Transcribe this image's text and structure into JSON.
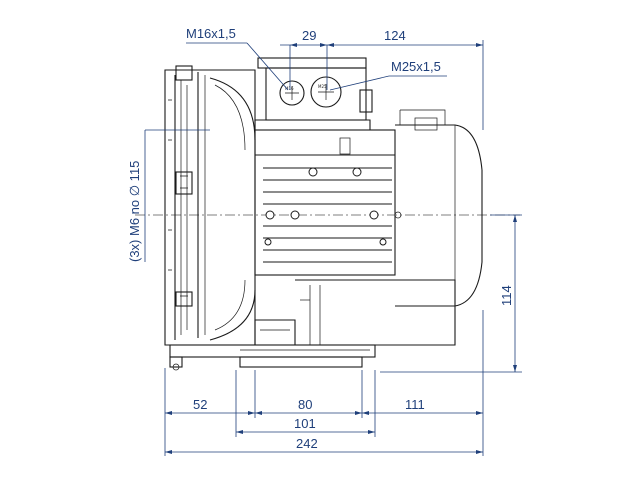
{
  "dimensions": {
    "top_width": "29",
    "top_offset": "124",
    "height_axis": "114",
    "bottom_left": "52",
    "bottom_base": "80",
    "bottom_right": "111",
    "base_width": "101",
    "total_width": "242"
  },
  "labels": {
    "thread_small": "M16x1,5",
    "thread_large": "M25x1,5",
    "flange_holes": "(3x) M6 no ∅ 115"
  },
  "colors": {
    "dimension": "#1f3f7a",
    "outline": "#1a1a1a"
  }
}
